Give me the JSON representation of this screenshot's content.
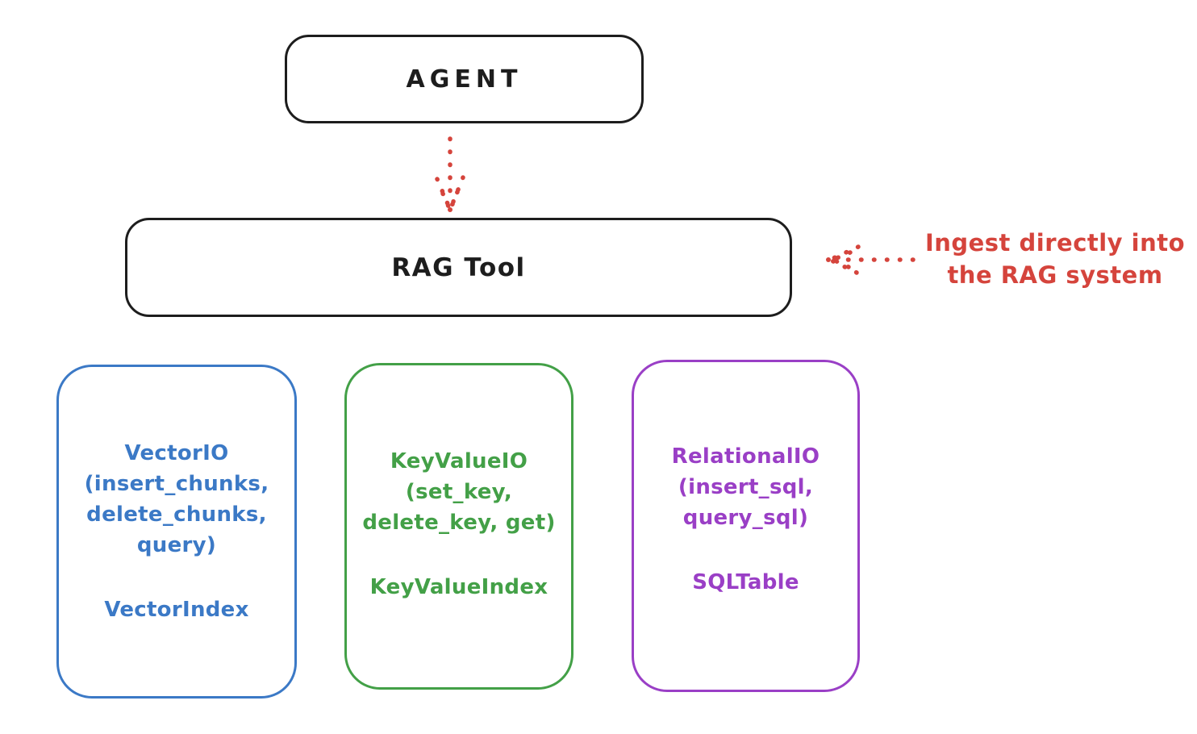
{
  "colors": {
    "background": "#ffffff",
    "ink": "#1d1d1d",
    "red": "#d5443c",
    "blue": "#3b79c6",
    "green": "#43a047",
    "purple": "#9a3fc6"
  },
  "agent_box": {
    "label": "AGENT"
  },
  "rag_box": {
    "label": "RAG Tool"
  },
  "annotation": {
    "line1": "Ingest directly into",
    "line2": "the RAG system"
  },
  "backends": [
    {
      "title_lines": [
        "VectorIO",
        "(insert_chunks,",
        "delete_chunks,",
        "query)"
      ],
      "index_label": "VectorIndex",
      "color": "#3b79c6"
    },
    {
      "title_lines": [
        "KeyValueIO",
        "(set_key,",
        "delete_key, get)"
      ],
      "index_label": "KeyValueIndex",
      "color": "#43a047"
    },
    {
      "title_lines": [
        "RelationalIO",
        "(insert_sql,",
        "query_sql)"
      ],
      "index_label": "SQLTable",
      "color": "#9a3fc6"
    }
  ]
}
